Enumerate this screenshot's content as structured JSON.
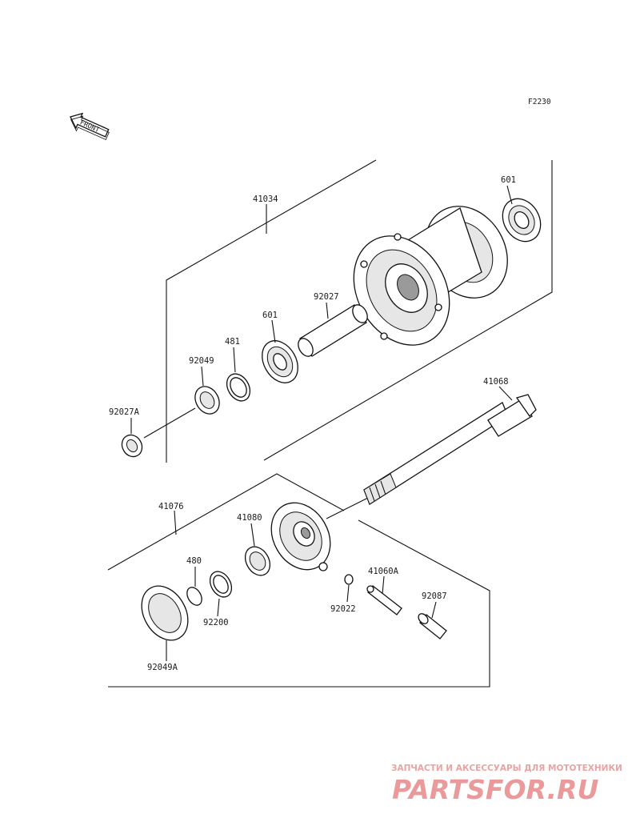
{
  "figure_ref": "F2230",
  "front_arrow_label": "FRONT",
  "parts": {
    "p41034": "41034",
    "p601_top": "601",
    "p92027": "92027",
    "p601": "601",
    "p481": "481",
    "p92049": "92049",
    "p92027A": "92027A",
    "p41068": "41068",
    "p41076": "41076",
    "p41080": "41080",
    "p480": "480",
    "p92200": "92200",
    "p92049A": "92049A",
    "p92022": "92022",
    "p41060A": "41060A",
    "p92087": "92087"
  },
  "watermark": {
    "subtitle": "ЗАПЧАСТИ И АКСЕССУАРЫ ДЛЯ МОТОТЕХНИКИ",
    "brand": "PARTSFOR.RU",
    "color": "#d94848"
  }
}
